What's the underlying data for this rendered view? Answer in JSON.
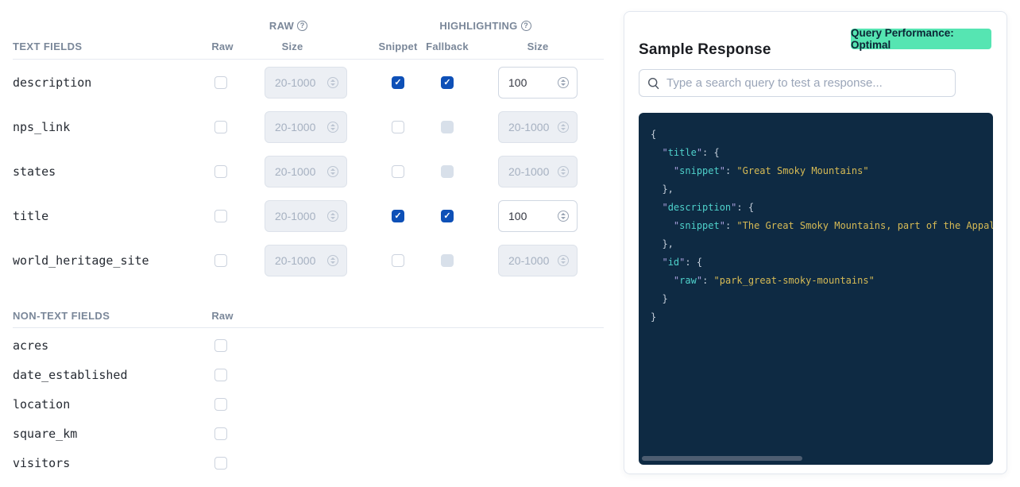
{
  "colors": {
    "check_blue": "#0e50b7",
    "badge_green": "#56e5b2",
    "code_background": "#0e2a43",
    "code_key": "#4fd1cb",
    "code_key_quote": "#a9a0dc",
    "code_string": "#d6ba55",
    "code_punctuation": "#c3cdd9",
    "header_slate": "#7a8799"
  },
  "table": {
    "raw_group_label": "RAW",
    "highlighting_group_label": "HIGHLIGHTING",
    "text_section": {
      "header": "TEXT FIELDS",
      "col_raw": "Raw",
      "col_raw_size": "Size",
      "col_snippet": "Snippet",
      "col_fallback": "Fallback",
      "col_highlight_size": "Size",
      "size_placeholder": "20-1000",
      "rows": [
        {
          "name": "description",
          "raw_checked": false,
          "raw_size_value": "",
          "raw_size_disabled": true,
          "snippet_checked": true,
          "fallback_checked": true,
          "fallback_disabled": false,
          "highlight_size_value": "100",
          "highlight_size_disabled": false
        },
        {
          "name": "nps_link",
          "raw_checked": false,
          "raw_size_value": "",
          "raw_size_disabled": true,
          "snippet_checked": false,
          "fallback_checked": false,
          "fallback_disabled": true,
          "highlight_size_value": "",
          "highlight_size_disabled": true
        },
        {
          "name": "states",
          "raw_checked": false,
          "raw_size_value": "",
          "raw_size_disabled": true,
          "snippet_checked": false,
          "fallback_checked": false,
          "fallback_disabled": true,
          "highlight_size_value": "",
          "highlight_size_disabled": true
        },
        {
          "name": "title",
          "raw_checked": false,
          "raw_size_value": "",
          "raw_size_disabled": true,
          "snippet_checked": true,
          "fallback_checked": true,
          "fallback_disabled": false,
          "highlight_size_value": "100",
          "highlight_size_disabled": false
        },
        {
          "name": "world_heritage_site",
          "raw_checked": false,
          "raw_size_value": "",
          "raw_size_disabled": true,
          "snippet_checked": false,
          "fallback_checked": false,
          "fallback_disabled": true,
          "highlight_size_value": "",
          "highlight_size_disabled": true
        }
      ]
    },
    "non_text_section": {
      "header": "NON-TEXT FIELDS",
      "col_raw": "Raw",
      "rows": [
        {
          "name": "acres",
          "raw_checked": false
        },
        {
          "name": "date_established",
          "raw_checked": false
        },
        {
          "name": "location",
          "raw_checked": false
        },
        {
          "name": "square_km",
          "raw_checked": false
        },
        {
          "name": "visitors",
          "raw_checked": false
        }
      ]
    }
  },
  "sample_panel": {
    "title": "Sample Response",
    "badge_label": "Query Performance: Optimal",
    "search_placeholder": "Type a search query to test a response...",
    "code_lines": [
      [
        {
          "c": "p",
          "t": "{"
        }
      ],
      [
        {
          "c": "p",
          "t": "  "
        },
        {
          "c": "q",
          "t": "\""
        },
        {
          "c": "k",
          "t": "title"
        },
        {
          "c": "q",
          "t": "\""
        },
        {
          "c": "p",
          "t": ": {"
        }
      ],
      [
        {
          "c": "p",
          "t": "    "
        },
        {
          "c": "q",
          "t": "\""
        },
        {
          "c": "k",
          "t": "snippet"
        },
        {
          "c": "q",
          "t": "\""
        },
        {
          "c": "p",
          "t": ": "
        },
        {
          "c": "s",
          "t": "\"Great Smoky Mountains\""
        }
      ],
      [
        {
          "c": "p",
          "t": "  },"
        }
      ],
      [
        {
          "c": "p",
          "t": "  "
        },
        {
          "c": "q",
          "t": "\""
        },
        {
          "c": "k",
          "t": "description"
        },
        {
          "c": "q",
          "t": "\""
        },
        {
          "c": "p",
          "t": ": {"
        }
      ],
      [
        {
          "c": "p",
          "t": "    "
        },
        {
          "c": "q",
          "t": "\""
        },
        {
          "c": "k",
          "t": "snippet"
        },
        {
          "c": "q",
          "t": "\""
        },
        {
          "c": "p",
          "t": ": "
        },
        {
          "c": "s",
          "t": "\"The Great Smoky Mountains, part of the Appal"
        }
      ],
      [
        {
          "c": "p",
          "t": "  },"
        }
      ],
      [
        {
          "c": "p",
          "t": "  "
        },
        {
          "c": "q",
          "t": "\""
        },
        {
          "c": "k",
          "t": "id"
        },
        {
          "c": "q",
          "t": "\""
        },
        {
          "c": "p",
          "t": ": {"
        }
      ],
      [
        {
          "c": "p",
          "t": "    "
        },
        {
          "c": "q",
          "t": "\""
        },
        {
          "c": "k",
          "t": "raw"
        },
        {
          "c": "q",
          "t": "\""
        },
        {
          "c": "p",
          "t": ": "
        },
        {
          "c": "s",
          "t": "\"park_great-smoky-mountains\""
        }
      ],
      [
        {
          "c": "p",
          "t": "  }"
        }
      ],
      [
        {
          "c": "p",
          "t": "}"
        }
      ]
    ]
  }
}
